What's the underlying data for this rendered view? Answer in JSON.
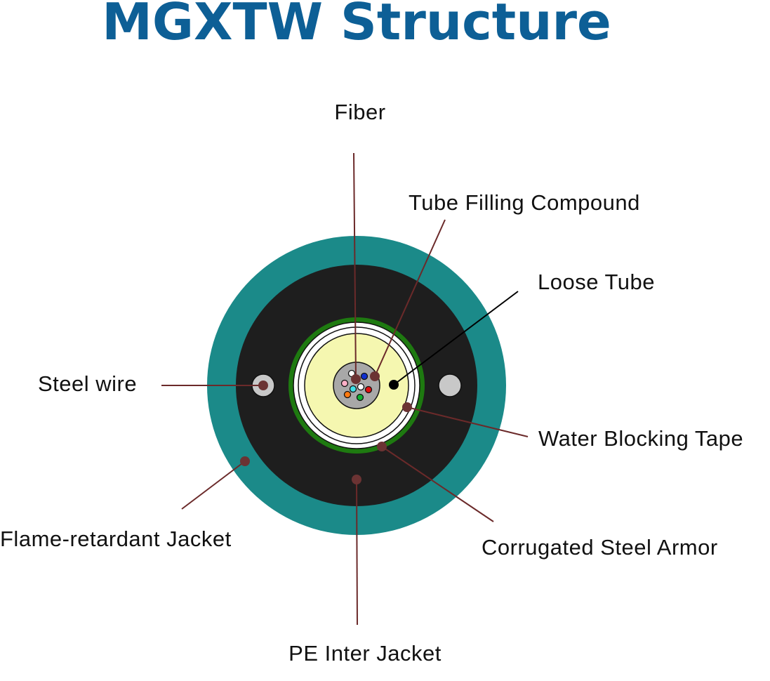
{
  "title": "MGXTW Structure",
  "labels": {
    "fiber": "Fiber",
    "tube_filling_compound": "Tube Filling Compound",
    "loose_tube": "Loose Tube",
    "steel_wire": "Steel wire",
    "water_blocking_tape": "Water Blocking Tape",
    "flame_retardant_jacket": "Flame-retardant Jacket",
    "corrugated_steel_armor": "Corrugated Steel Armor",
    "pe_inter_jacket": "PE Inter Jacket"
  },
  "colors": {
    "title": "#0d5f96",
    "outer_jacket": "#1b8a89",
    "inner_jacket": "#1e1e1e",
    "armor": "#1e7a10",
    "water_blocking_tape": "#ffffff",
    "gel": "#f5f7b0",
    "fiber_bundle": "#a8a8a8",
    "steel_wire": "#c8c8c8",
    "leader_line": "#6b2a2a",
    "fiber_colors": [
      "#ffffff",
      "#1030d0",
      "#ffb0c8",
      "#40e0e8",
      "#ffffff",
      "#e01010",
      "#ff7a10",
      "#10b030"
    ]
  }
}
